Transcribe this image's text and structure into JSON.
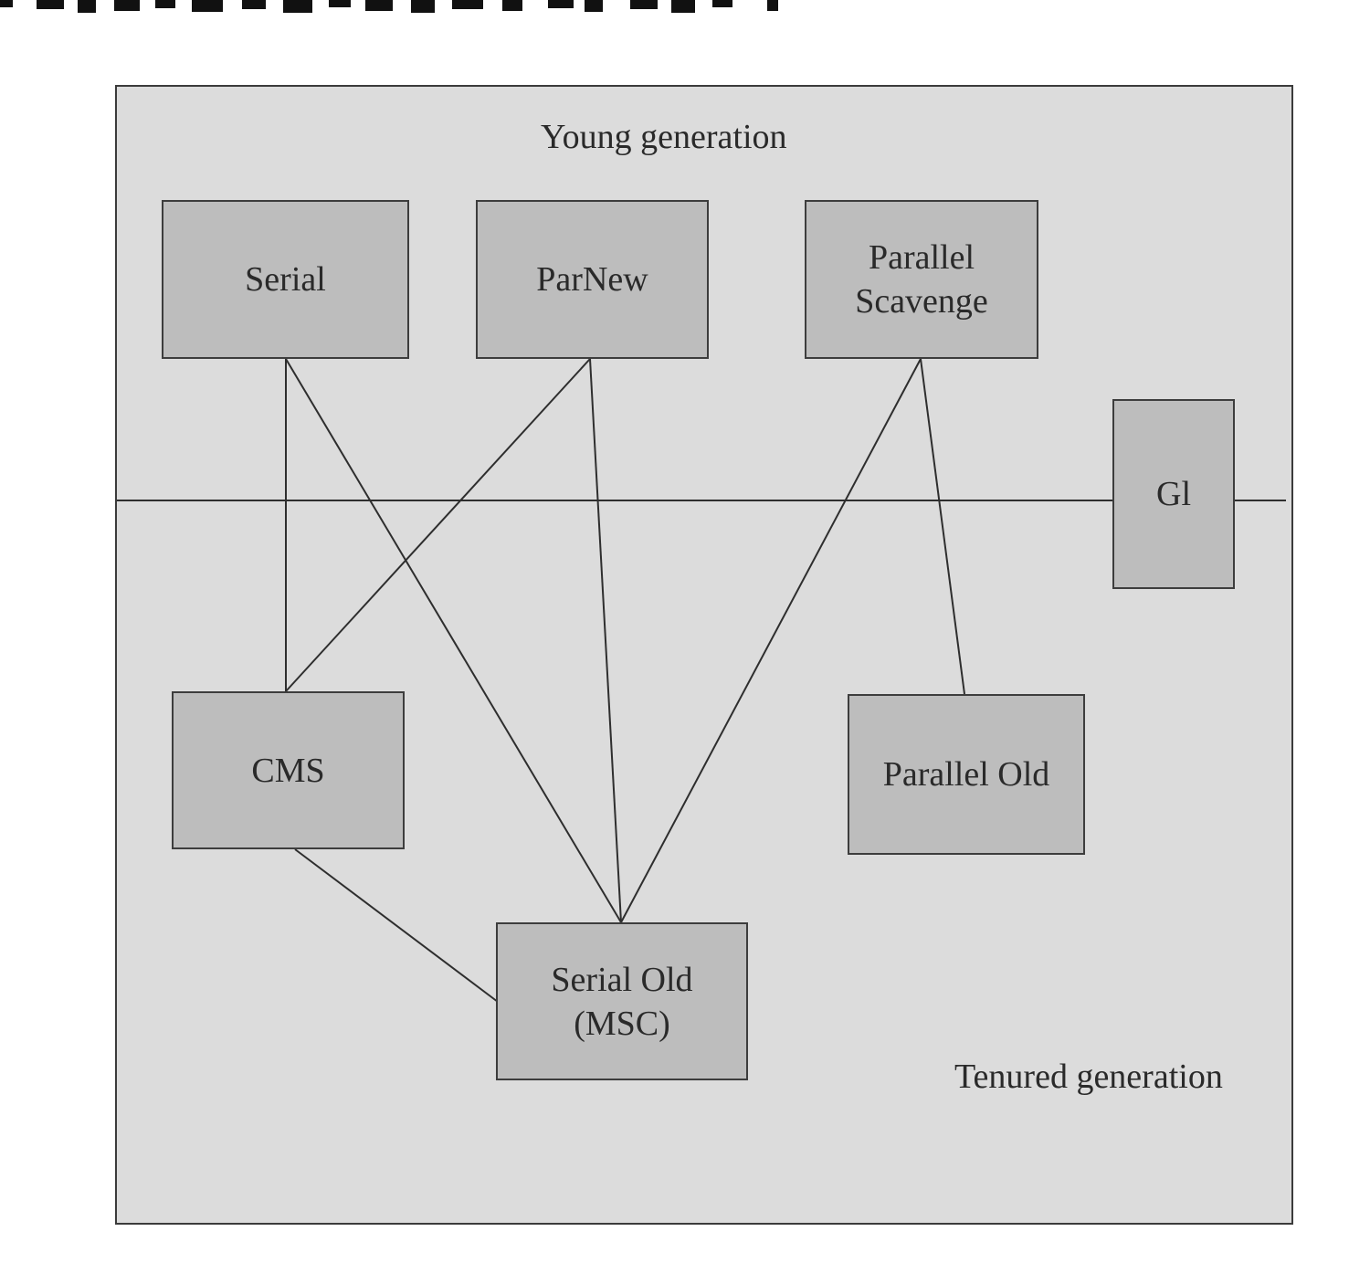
{
  "regions": {
    "young": "Young generation",
    "tenured": "Tenured generation"
  },
  "collectors": {
    "serial": "Serial",
    "parnew": "ParNew",
    "parallel_scavenge": "Parallel\nScavenge",
    "g1": "Gl",
    "cms": "CMS",
    "parallel_old": "Parallel Old",
    "serial_old": "Serial Old\n(MSC)"
  },
  "connections": [
    [
      "Serial",
      "CMS"
    ],
    [
      "Serial",
      "Serial Old (MSC)"
    ],
    [
      "ParNew",
      "CMS"
    ],
    [
      "ParNew",
      "Serial Old (MSC)"
    ],
    [
      "Parallel Scavenge",
      "Serial Old (MSC)"
    ],
    [
      "Parallel Scavenge",
      "Parallel Old"
    ],
    [
      "CMS",
      "Serial Old (MSC)"
    ]
  ],
  "colors": {
    "region_fill": "#dcdcdc",
    "node_fill": "#bdbdbd",
    "line": "#2e2e2e",
    "text": "#2a2a2a"
  }
}
